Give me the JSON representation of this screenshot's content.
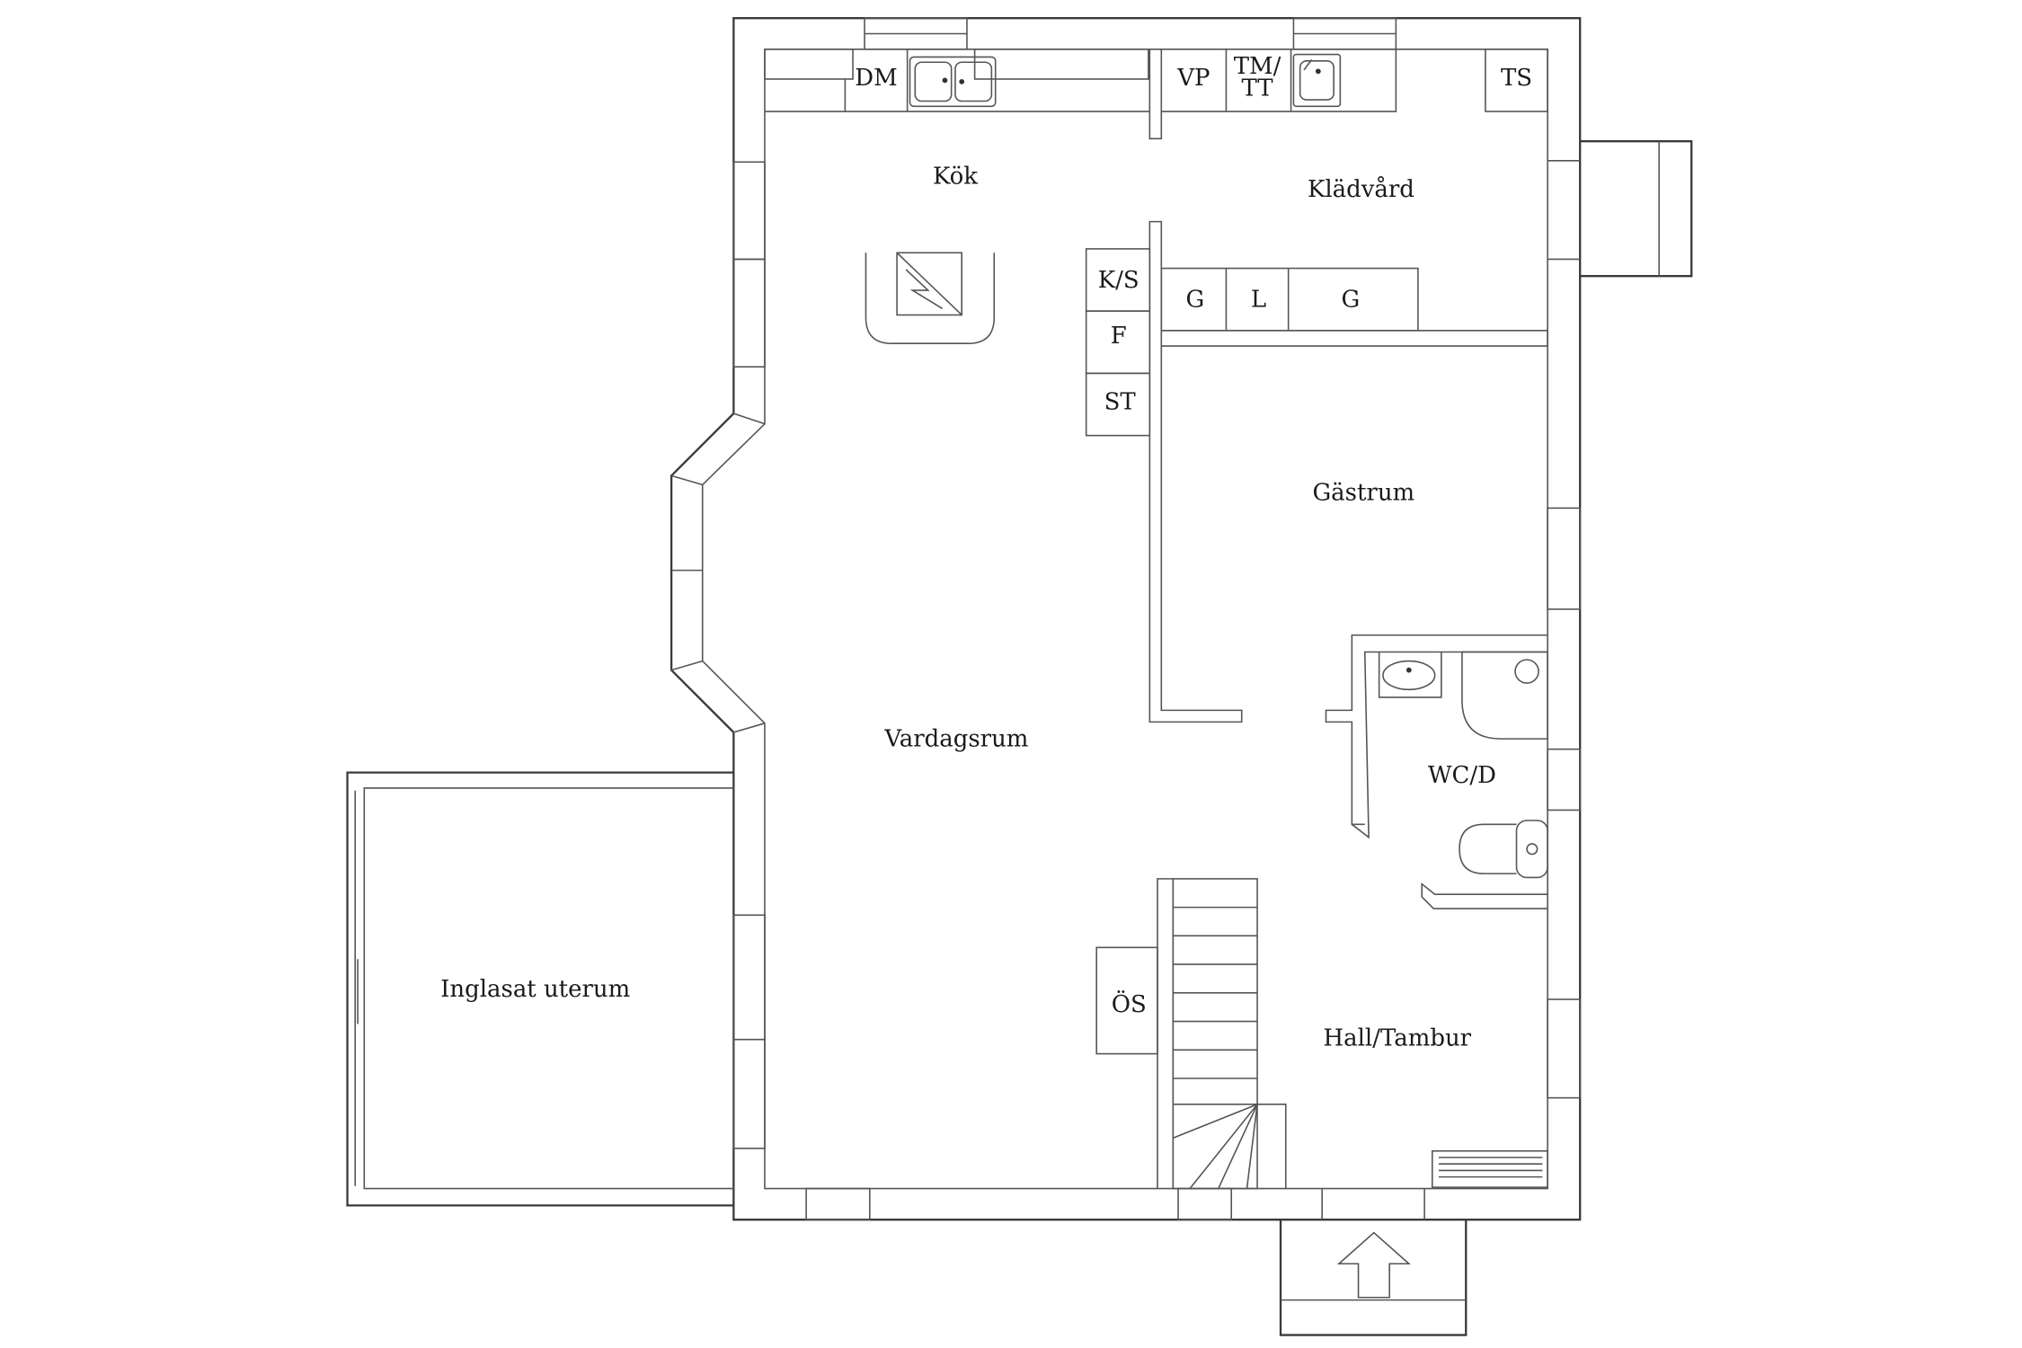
{
  "rooms": {
    "kok": "Kök",
    "kladvard": "Klädvård",
    "gastrum": "Gästrum",
    "vardagsrum": "Vardagsrum",
    "wc": "WC/D",
    "hall": "Hall/Tambur",
    "uterum": "Inglasat uterum"
  },
  "fixtures": {
    "dm": "DM",
    "vp": "VP",
    "tm1": "TM/",
    "tm2": "TT",
    "ts": "TS",
    "ks": "K/S",
    "f": "F",
    "st": "ST",
    "g1": "G",
    "l": "L",
    "g2": "G",
    "os": "ÖS"
  }
}
